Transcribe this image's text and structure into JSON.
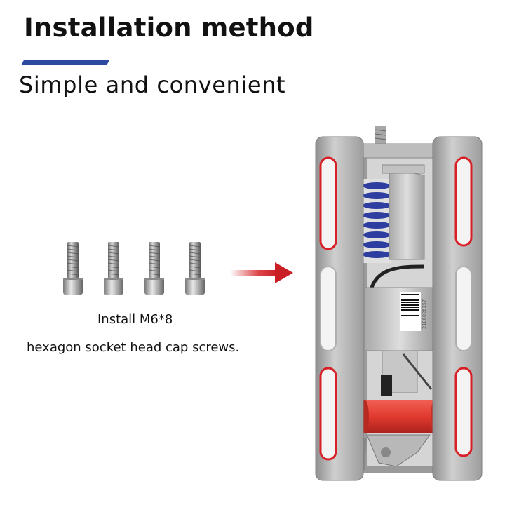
{
  "heading": {
    "title": "Installation method",
    "subtitle": "Simple and convenient",
    "accent_color": "#2b4aa0"
  },
  "screws": {
    "count": 4,
    "caption_line1": "Install M6*8",
    "caption_line2": "hexagon socket head cap screws."
  },
  "arrow": {
    "icon": "red-arrow-right",
    "color": "#d7252a"
  },
  "device": {
    "icon": "mounting-bracket-device",
    "slot_highlight_color": "#d81f26",
    "barcode_text": "2106026157"
  }
}
